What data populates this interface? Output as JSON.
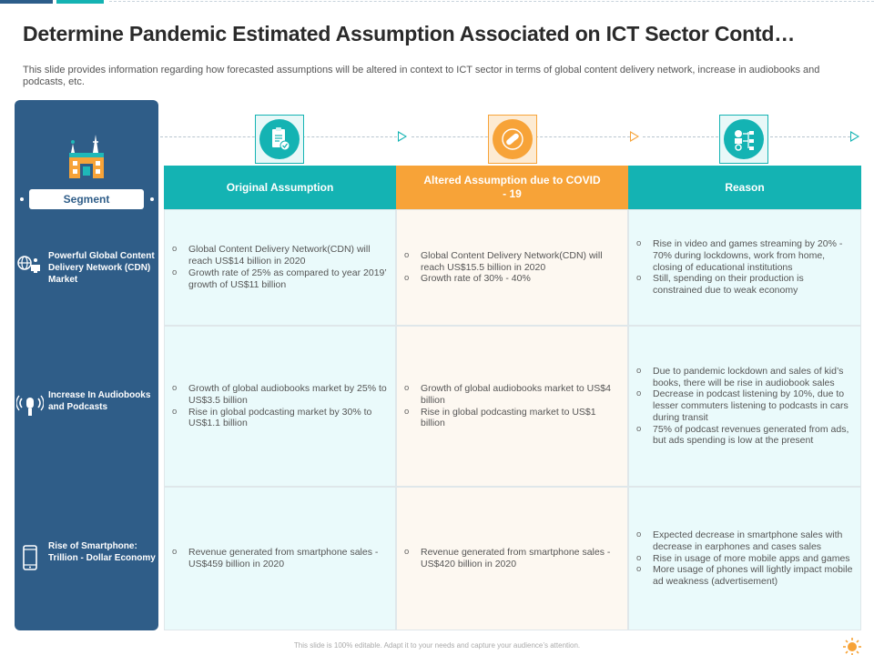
{
  "title": "Determine Pandemic Estimated Assumption Associated on ICT Sector Contd…",
  "subtitle": "This slide provides information regarding how forecasted assumptions will be altered in context to ICT sector in terms of global content delivery network, increase in audiobooks and podcasts, etc.",
  "sidebar": {
    "segment_label": "Segment",
    "items": [
      {
        "label": "Powerful Global Content Delivery Network (CDN) Market",
        "icon": "cdn-network-icon"
      },
      {
        "label": "Increase In Audiobooks and Podcasts",
        "icon": "podcast-mic-icon"
      },
      {
        "label": "Rise of Smartphone: Trillion - Dollar Economy",
        "icon": "smartphone-icon"
      }
    ]
  },
  "columns": [
    {
      "header": "Original Assumption",
      "color": "#14b3b3",
      "icon": "document-check-icon"
    },
    {
      "header": "Altered Assumption due to COVID - 19",
      "color": "#f7a338",
      "icon": "covid-virus-icon"
    },
    {
      "header": "Reason",
      "color": "#14b3b3",
      "icon": "analysis-gear-icon"
    }
  ],
  "rows": [
    {
      "original": [
        "Global Content Delivery Network(CDN)  will reach US$14 billion in 2020",
        "Growth rate of 25% as compared to year 2019’ growth of US$11 billion"
      ],
      "altered": [
        "Global Content Delivery Network(CDN)  will reach US$15.5 billion in 2020",
        "Growth rate of 30% - 40%"
      ],
      "reason": [
        "Rise in video and games streaming by 20% - 70% during lockdowns, work from home, closing of educational institutions",
        "Still, spending on their production is constrained due to weak economy"
      ]
    },
    {
      "original": [
        "Growth of global audiobooks market by 25% to US$3.5 billion",
        "Rise in global podcasting market by 30% to US$1.1 billion"
      ],
      "altered": [
        "Growth of global audiobooks market to US$4 billion",
        "Rise in global podcasting market to US$1 billion"
      ],
      "reason": [
        "Due to pandemic lockdown and sales of kid’s books, there will be rise in audiobook sales",
        "Decrease in podcast listening by 10%, due to lesser commuters listening to podcasts in cars during transit",
        "75% of podcast revenues generated from ads, but ads spending is low at the present"
      ]
    },
    {
      "original": [
        "Revenue generated from smartphone sales - US$459 billion in 2020"
      ],
      "altered": [
        "Revenue generated from smartphone sales - US$420 billion in 2020"
      ],
      "reason": [
        "Expected decrease in smartphone sales with decrease in earphones and cases sales",
        "Rise in usage of more mobile apps and games",
        "More usage of phones will lightly impact mobile ad weakness (advertisement)"
      ]
    }
  ],
  "footer": "This slide is 100% editable. Adapt it to your needs and capture your audience’s attention.",
  "colors": {
    "sidebar": "#2f5d88",
    "teal": "#14b3b3",
    "orange": "#f7a338",
    "cell_blue": "#eafafb",
    "cell_cream": "#fdf8f1"
  }
}
